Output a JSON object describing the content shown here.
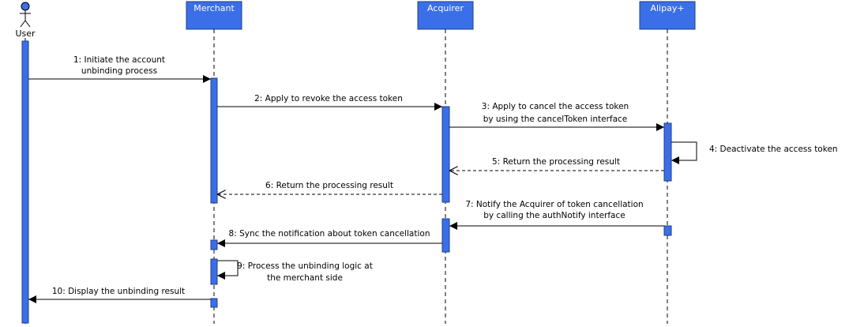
{
  "actor": {
    "name": "User"
  },
  "participants": [
    {
      "id": "merchant",
      "name": "Merchant"
    },
    {
      "id": "acquirer",
      "name": "Acquirer"
    },
    {
      "id": "alipay",
      "name": "Alipay+"
    }
  ],
  "colors": {
    "participant_fill": "#3b6fe8",
    "participant_text": "#ffffff",
    "activation_fill": "#3b6fe8",
    "line": "#000000"
  },
  "messages": [
    {
      "label": "1: Initiate the account",
      "label2": "unbinding process",
      "from": "User",
      "to": "Merchant",
      "style": "solid"
    },
    {
      "label": "2: Apply to revoke the access token",
      "from": "Merchant",
      "to": "Acquirer",
      "style": "solid"
    },
    {
      "label": "3: Apply to cancel the access token",
      "label2": "by using the cancelToken interface",
      "from": "Acquirer",
      "to": "Alipay+",
      "style": "solid"
    },
    {
      "label": "4: Deactivate the access token",
      "from": "Alipay+",
      "to": "Alipay+",
      "style": "solid"
    },
    {
      "label": "5: Return the processing result",
      "from": "Alipay+",
      "to": "Acquirer",
      "style": "dashed"
    },
    {
      "label": "6: Return the processing result",
      "from": "Acquirer",
      "to": "Merchant",
      "style": "dashed"
    },
    {
      "label": "7: Notify the Acquirer of token cancellation",
      "label2": "by calling the authNotify interface",
      "from": "Alipay+",
      "to": "Acquirer",
      "style": "solid"
    },
    {
      "label": "8: Sync the notification about token cancellation",
      "from": "Acquirer",
      "to": "Merchant",
      "style": "solid"
    },
    {
      "label": "9: Process the unbinding logic at",
      "label2": "the merchant side",
      "from": "Merchant",
      "to": "Merchant",
      "style": "solid"
    },
    {
      "label": "10: Display the unbinding result",
      "from": "Merchant",
      "to": "User",
      "style": "solid"
    }
  ]
}
